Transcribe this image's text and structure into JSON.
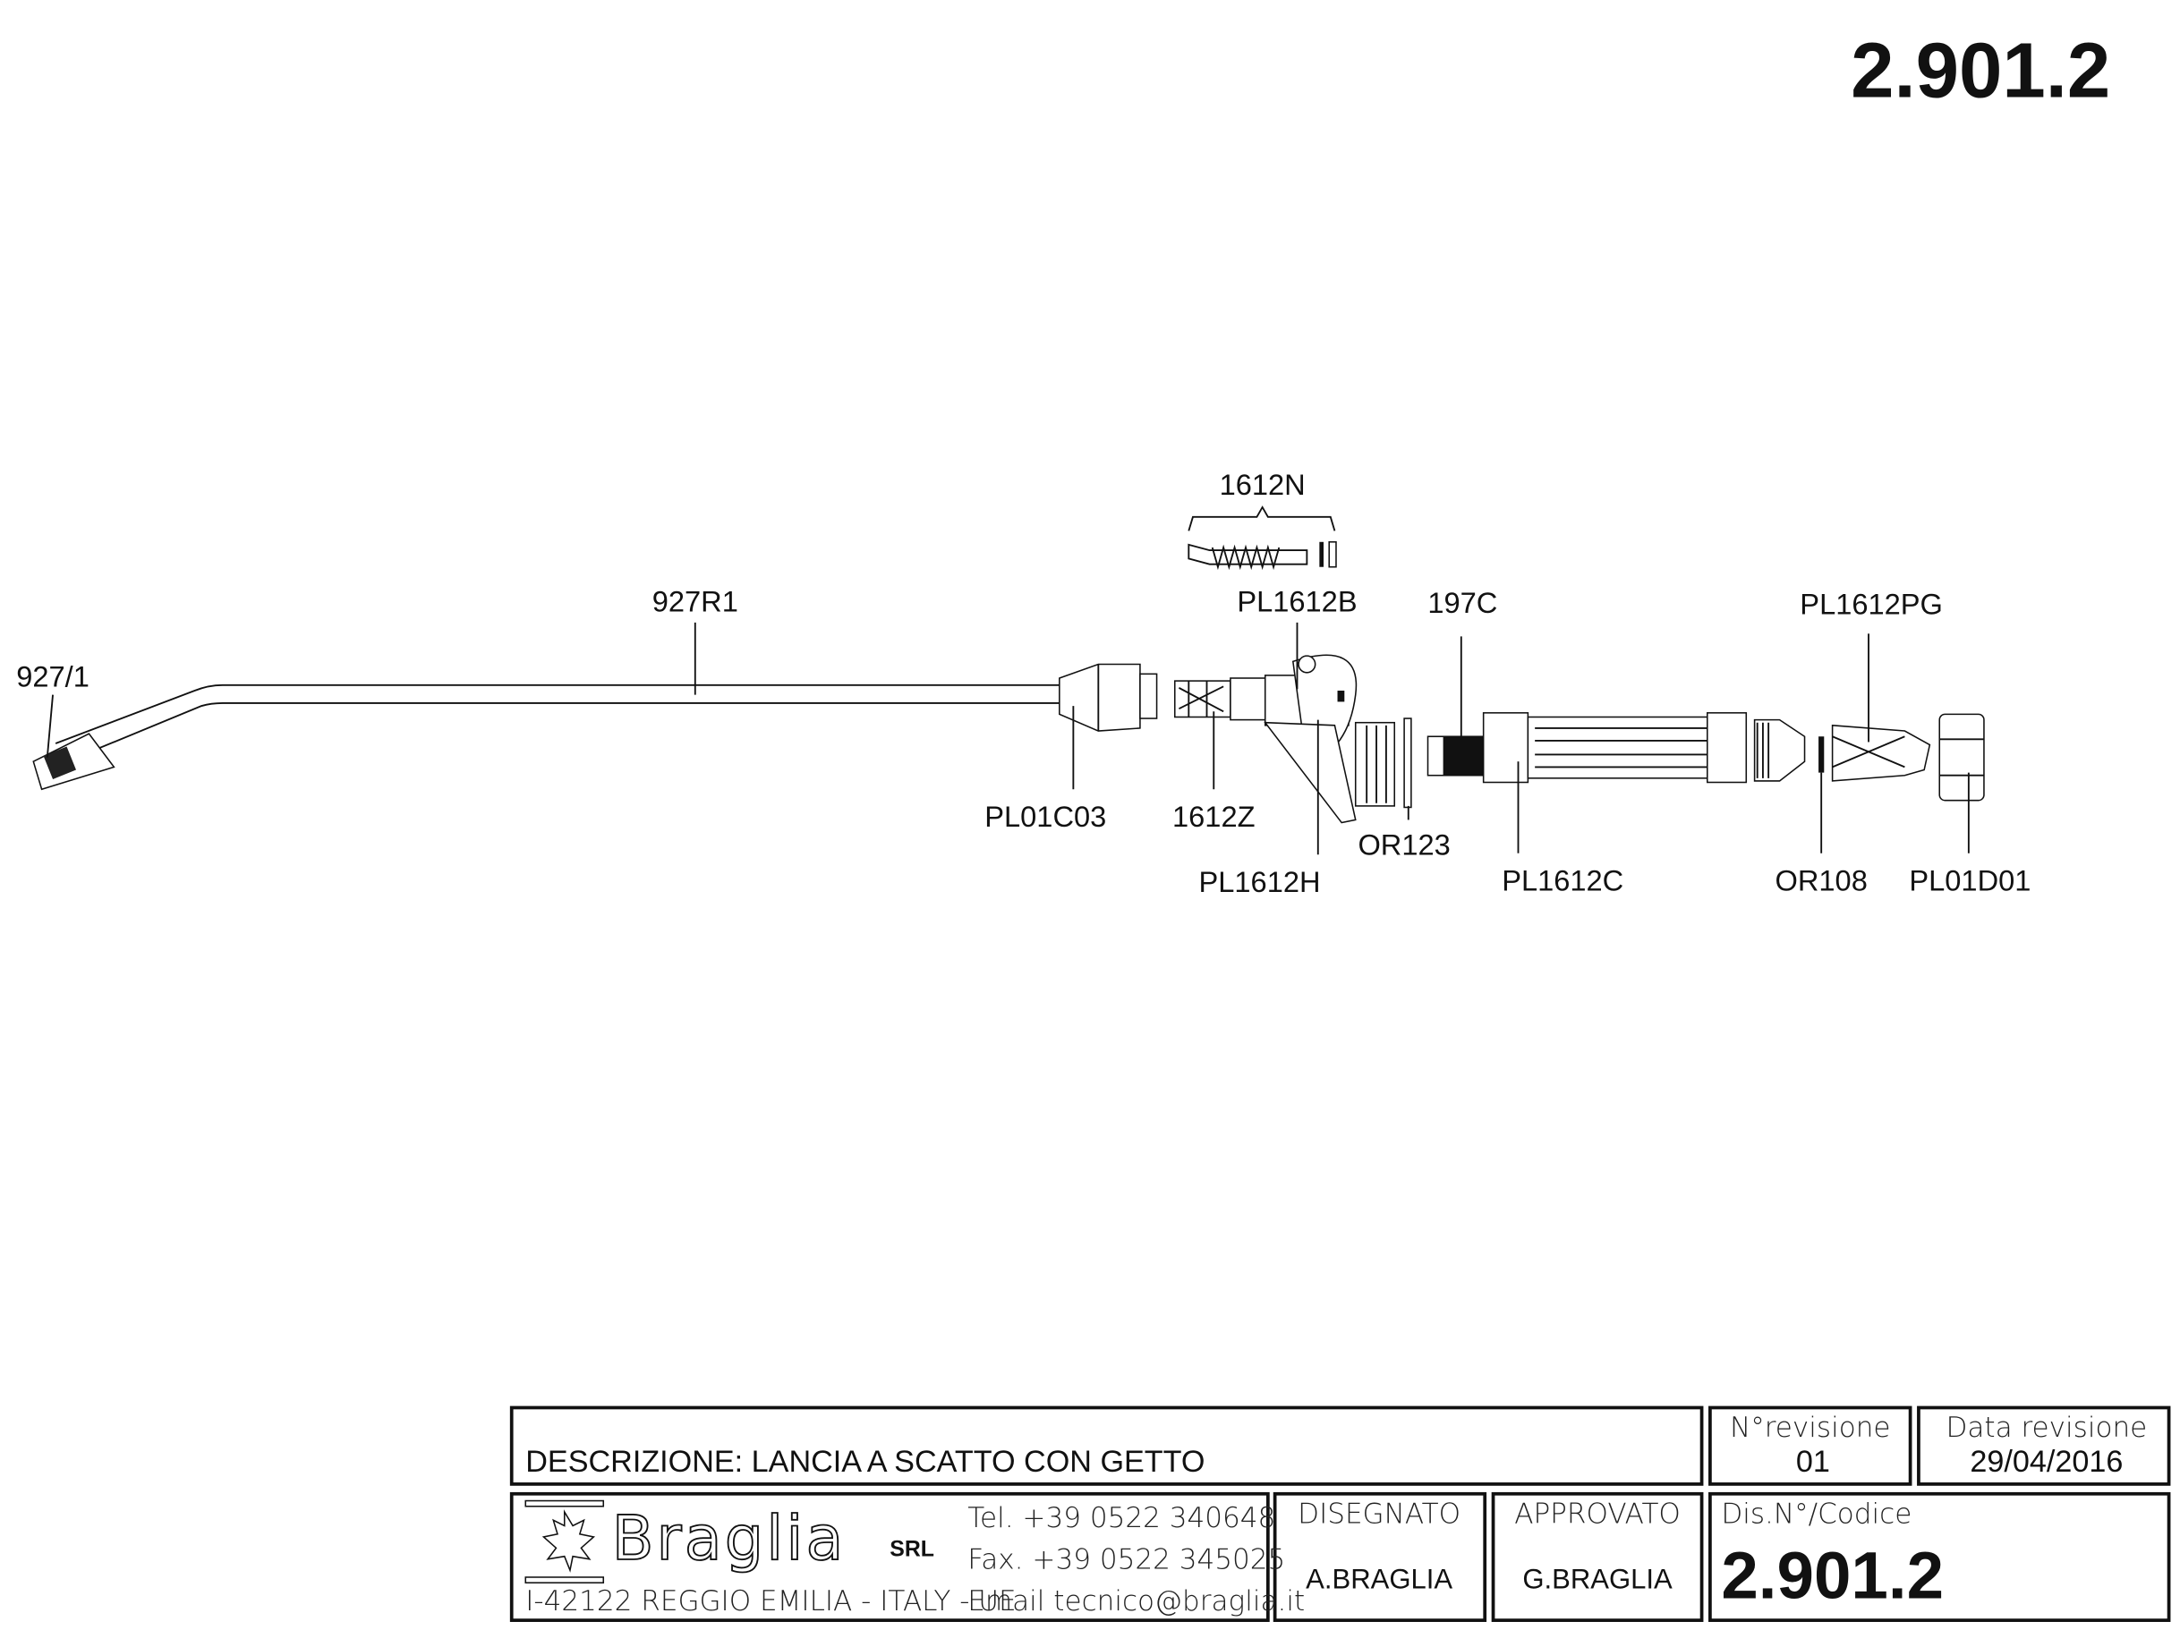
{
  "drawing_number": "2.901.2",
  "parts": {
    "p927_1": "927/1",
    "p927R1": "927R1",
    "pPL01C03": "PL01C03",
    "p1612Z": "1612Z",
    "p1612N": "1612N",
    "pPL1612B": "PL1612B",
    "pPL1612H": "PL1612H",
    "pOR123": "OR123",
    "p197C": "197C",
    "pPL1612C": "PL1612C",
    "pPL1612PG": "PL1612PG",
    "pOR108": "OR108",
    "pPL01D01": "PL01D01"
  },
  "title_block": {
    "description": "DESCRIZIONE: LANCIA A SCATTO CON GETTO",
    "revision_label": "N°revisione",
    "revision_value": "01",
    "revision_date_label": "Data revisione",
    "revision_date_value": "29/04/2016",
    "company_logo": "Braglia",
    "company_suffix": "SRL",
    "tel": "Tel. +39 0522 340648",
    "fax": "Fax. +39 0522 345025",
    "address": "I-42122 REGGIO EMILIA - ITALY - UE",
    "email": "Email tecnico@braglia.it",
    "drawn_label": "DISEGNATO",
    "drawn_by": "A.BRAGLIA",
    "approved_label": "APPROVATO",
    "approved_by": "G.BRAGLIA",
    "code_label": "Dis.N°/Codice",
    "code_value": "2.901.2"
  }
}
